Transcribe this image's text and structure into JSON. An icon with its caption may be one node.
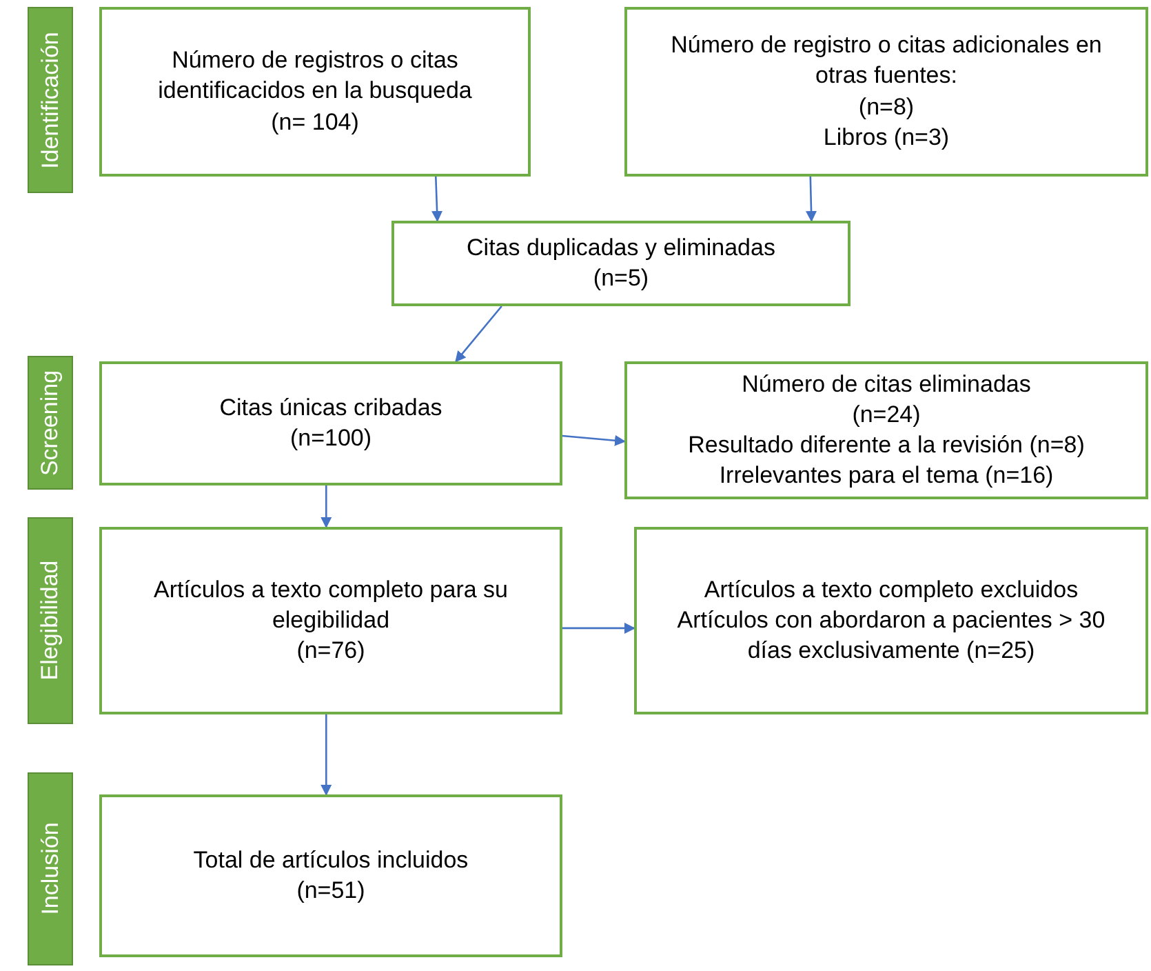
{
  "diagram": {
    "nodes": [
      {
        "text": [
          "Identificación"
        ]
      },
      {
        "text": [
          "Screening"
        ]
      },
      {
        "text": [
          "Elegibilidad"
        ]
      },
      {
        "text": [
          "Inclusión"
        ]
      },
      {
        "text": [
          "Número de registros o citas identificacidos en la busqueda",
          "(n= 104)"
        ]
      },
      {
        "text": [
          "Número de registro o citas adicionales en otras fuentes:",
          "(n=8)",
          "Libros (n=3)"
        ]
      },
      {
        "text": [
          "Citas duplicadas y eliminadas",
          "(n=5)"
        ]
      },
      {
        "text": [
          "Citas únicas cribadas",
          "(n=100)"
        ]
      },
      {
        "text": [
          "Número de citas eliminadas",
          "(n=24)",
          "Resultado diferente a la revisión (n=8)",
          "Irrelevantes para el tema (n=16)"
        ]
      },
      {
        "text": [
          "Artículos a texto completo para su elegibilidad",
          "(n=76)"
        ]
      },
      {
        "text": [
          "Artículos a texto completo excluidos",
          "Artículos con abordaron a pacientes > 30 días exclusivamente (n=25)"
        ]
      },
      {
        "text": [
          "Total de artículos incluidos",
          "(n=51)"
        ]
      }
    ],
    "edges": [
      {
        "from": 4,
        "to": 6,
        "arrow": "to"
      },
      {
        "from": 5,
        "to": 6,
        "arrow": "to"
      },
      {
        "from": 6,
        "to": 7,
        "arrow": "to"
      },
      {
        "from": 7,
        "to": 8,
        "arrow": "to"
      },
      {
        "from": 7,
        "to": 9,
        "arrow": "to"
      },
      {
        "from": 9,
        "to": 10,
        "arrow": "to"
      },
      {
        "from": 9,
        "to": 11,
        "arrow": "to"
      }
    ]
  }
}
